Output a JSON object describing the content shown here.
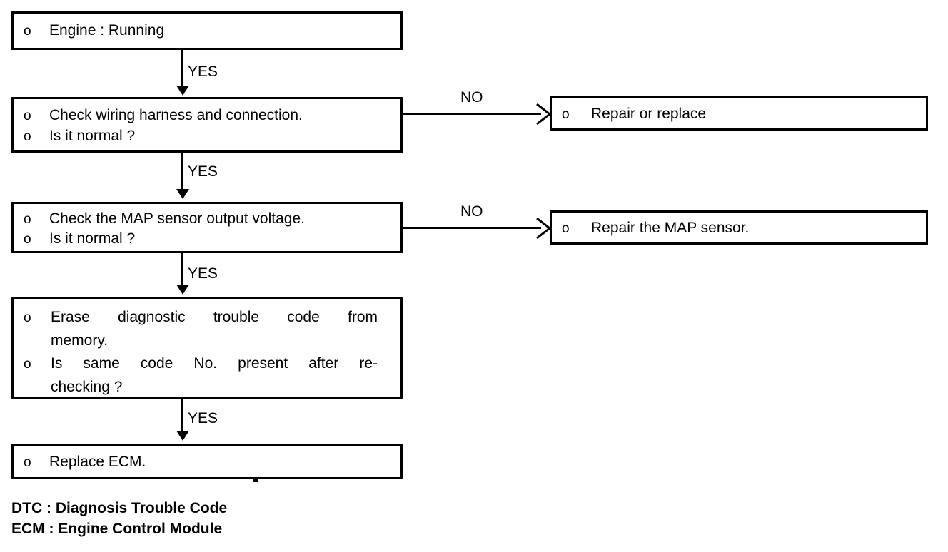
{
  "document": {
    "type": "diagnostic-flowchart",
    "title": "MAP sensor diagnostic trouble code flow chart"
  },
  "bullet_glyph": "o",
  "nodes": [
    {
      "id": "engine-running",
      "lines": [
        "Engine : Running"
      ]
    },
    {
      "id": "check-wiring",
      "lines": [
        "Check wiring harness and connection.",
        "Is it normal ?"
      ]
    },
    {
      "id": "check-map",
      "lines": [
        "Check the MAP sensor output voltage.",
        "Is it normal ?"
      ]
    },
    {
      "id": "erase-dtc",
      "lines": [
        "Erase  diagnostic  trouble  code  from",
        "memory.",
        "Is  same  code  No.  present  after  re-",
        "checking ?"
      ]
    },
    {
      "id": "replace-ecm",
      "lines": [
        "Replace ECM."
      ]
    },
    {
      "id": "repair-replace",
      "lines": [
        "Repair or replace"
      ]
    },
    {
      "id": "repair-map",
      "lines": [
        "Repair the MAP sensor."
      ]
    }
  ],
  "edges": {
    "yes_1": "YES",
    "yes_2": "YES",
    "yes_3": "YES",
    "yes_4": "YES",
    "no_1": "NO",
    "no_2": "NO"
  },
  "legend": {
    "line1": "DTC : Diagnosis Trouble Code",
    "line2": "ECM : Engine Control Module"
  },
  "colors": {
    "ink": "#000000",
    "paper": "#ffffff"
  }
}
